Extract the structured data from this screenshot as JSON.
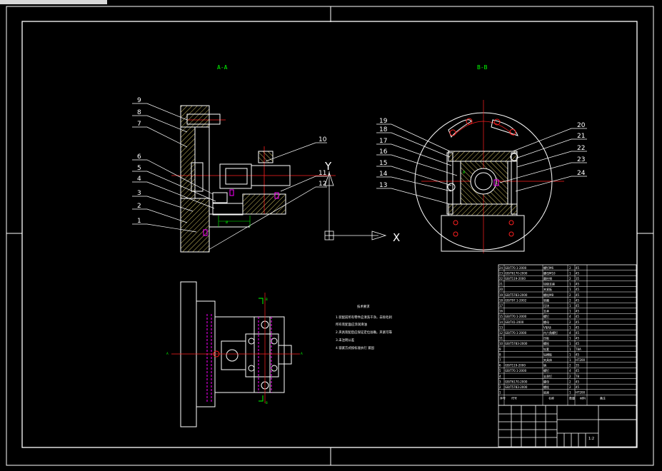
{
  "drawing": {
    "view_a_label": "A-A",
    "view_b_label": "B-B",
    "section_a_marker": "A",
    "section_b_marker": "B",
    "axis_x": "X",
    "axis_y": "Y",
    "dim_label": "Ø",
    "scale_label": "1:2"
  },
  "part_numbers_left": [
    "9",
    "8",
    "7",
    "6",
    "5",
    "4",
    "3",
    "2",
    "1",
    "10",
    "11",
    "12"
  ],
  "part_numbers_right": [
    "19",
    "18",
    "17",
    "16",
    "15",
    "14",
    "13",
    "20",
    "21",
    "22",
    "23",
    "24"
  ],
  "technical_notes": {
    "title": "技术要求",
    "lines": [
      "1.装配前所有零件应清洗干净，去除毛刺",
      "  所有装配面应涂润滑油",
      "2.夹具装配后应保证定位准确，夹紧可靠",
      "3.未注明公差",
      "4.锁紧方式按标准执行 紧固"
    ]
  },
  "bom": {
    "rows": [
      [
        "24",
        "GB/T70.1-2000",
        "螺钉M6",
        "2",
        "45"
      ],
      [
        "23",
        "GB/T6170-2000",
        "螺母M10",
        "1",
        "45"
      ],
      [
        "22",
        "GB/T119-2000",
        "圆柱销",
        "2",
        "35"
      ],
      [
        "21",
        "",
        "铰链支座",
        "1",
        "45"
      ],
      [
        "20",
        "",
        "夹紧板",
        "1",
        "45"
      ],
      [
        "19",
        "GB/T5783-2000",
        "螺栓M8",
        "2",
        "45"
      ],
      [
        "18",
        "GB/T97.1-2002",
        "垫圈",
        "2",
        "45"
      ],
      [
        "17",
        "",
        "压块",
        "1",
        "45"
      ],
      [
        "16",
        "",
        "支承",
        "1",
        "45"
      ],
      [
        "15",
        "GB/T70.1-2000",
        "螺钉",
        "4",
        "45"
      ],
      [
        "14",
        "GB/T41-2000",
        "螺母",
        "2",
        "45"
      ],
      [
        "13",
        "",
        "V型块",
        "1",
        "45"
      ],
      [
        "12",
        "GB/T70.1-2000",
        "内六角螺钉",
        "4",
        "45"
      ],
      [
        "11",
        "",
        "压板",
        "1",
        "45"
      ],
      [
        "10",
        "GB/T5783-2000",
        "螺栓",
        "1",
        "45"
      ],
      [
        "9",
        "",
        "钻套",
        "1",
        "T8A"
      ],
      [
        "8",
        "",
        "钻模板",
        "1",
        "45"
      ],
      [
        "7",
        "",
        "夹具体",
        "1",
        "HT200"
      ],
      [
        "6",
        "GB/T119-2000",
        "销",
        "2",
        "35"
      ],
      [
        "5",
        "GB/T70.1-2000",
        "螺钉",
        "4",
        "45"
      ],
      [
        "4",
        "",
        "支承钉",
        "2",
        "T8"
      ],
      [
        "3",
        "GB/T6170-2000",
        "螺母",
        "2",
        "45"
      ],
      [
        "2",
        "GB/T5783-2000",
        "螺栓",
        "2",
        "45"
      ],
      [
        "1",
        "",
        "底座",
        "1",
        "HT200"
      ]
    ],
    "header": [
      "序号",
      "代号",
      "名称",
      "数量",
      "材料",
      "备注"
    ]
  }
}
